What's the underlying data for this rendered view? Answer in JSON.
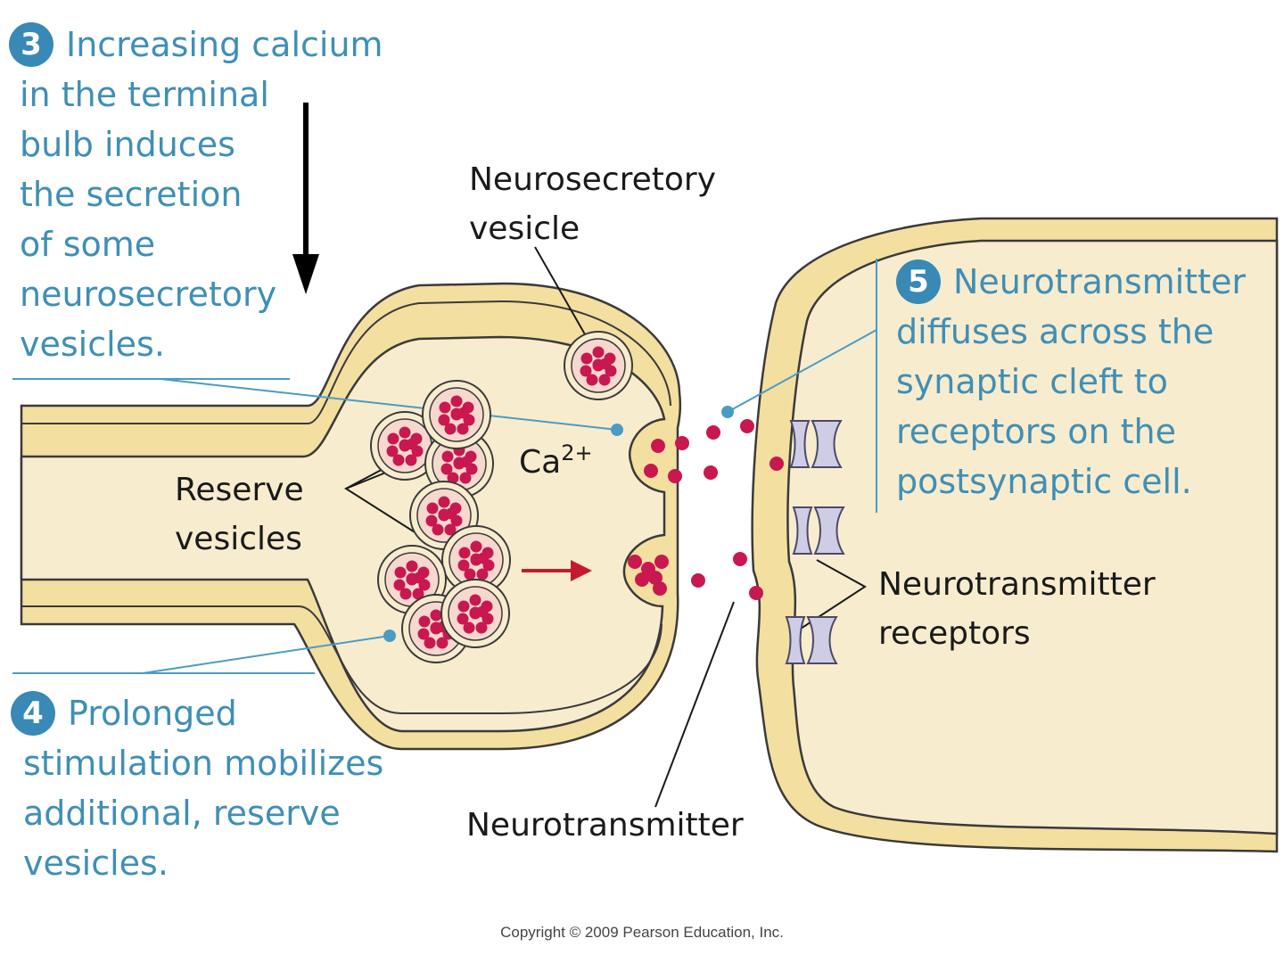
{
  "colors": {
    "membrane": "#f3dfa0",
    "cytoplasm": "#f8eccf",
    "outline": "#3a3a3a",
    "vesicle_fill": "#f6d8cf",
    "neurotransmitter": "#c8184f",
    "callout_text": "#3f8fb5",
    "badge": "#3889b5",
    "leader_line": "#4a9cc4",
    "receptor": "#cfcde6",
    "mobilize_arrow": "#c41a30"
  },
  "callouts": {
    "step3": {
      "number": "3",
      "lines": [
        "Increasing calcium",
        "in the terminal",
        "bulb induces",
        "the secretion",
        "of some",
        "neurosecretory",
        "vesicles."
      ]
    },
    "step4": {
      "number": "4",
      "lines": [
        "Prolonged",
        "stimulation mobilizes",
        "additional, reserve",
        "vesicles."
      ]
    },
    "step5": {
      "number": "5",
      "lines": [
        "Neurotransmitter",
        "diffuses across the",
        "synaptic cleft to",
        "receptors on the",
        "postsynaptic cell."
      ]
    }
  },
  "labels": {
    "neurosecretory_vesicle": [
      "Neurosecretory",
      "vesicle"
    ],
    "reserve_vesicles": [
      "Reserve",
      "vesicles"
    ],
    "calcium": {
      "symbol": "Ca",
      "charge": "2+"
    },
    "neurotransmitter_receptors": [
      "Neurotransmitter",
      "receptors"
    ],
    "neurotransmitter": "Neurotransmitter"
  },
  "icons": {
    "step3_arrow": "arrow-down",
    "mobilization_arrow": "arrow-right",
    "receptor": "receptor-channel"
  },
  "copyright": "Copyright © 2009 Pearson Education, Inc."
}
